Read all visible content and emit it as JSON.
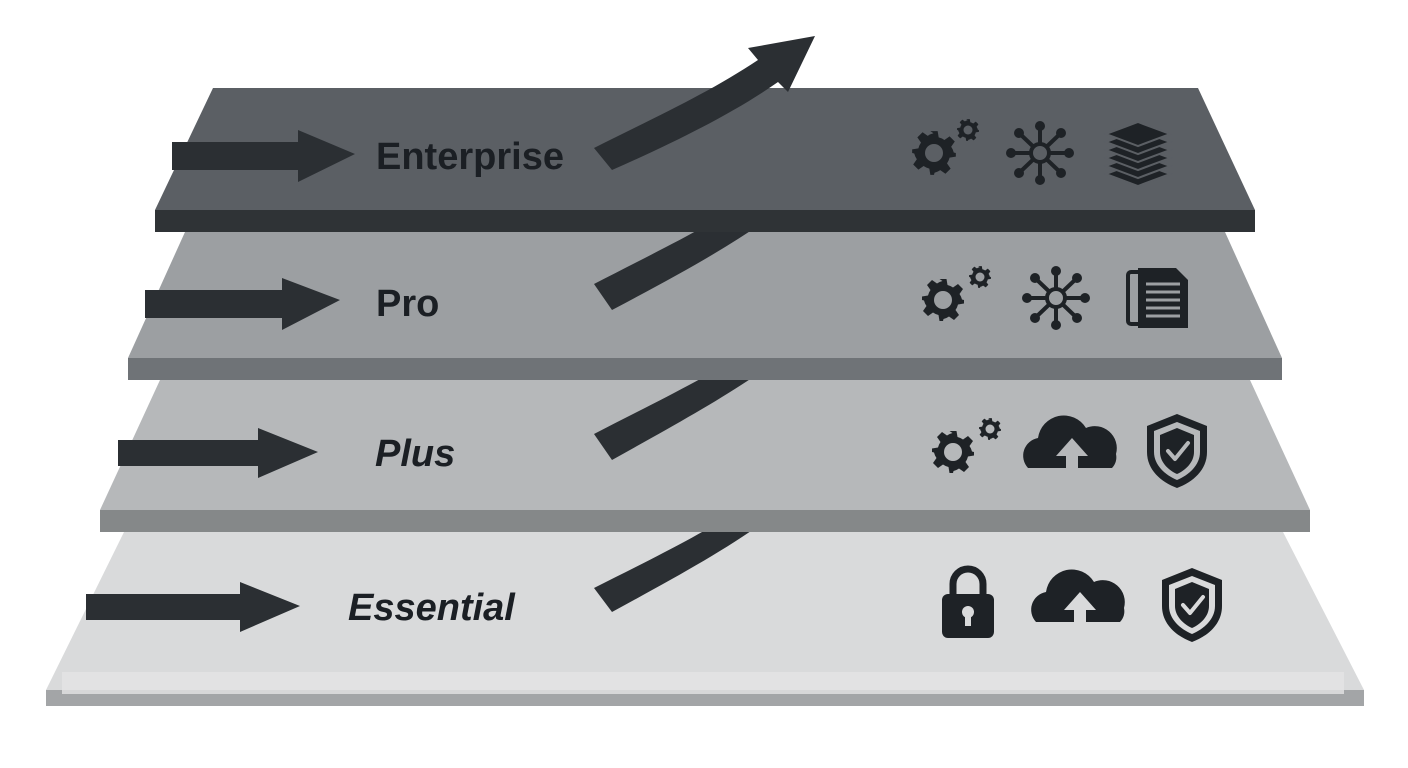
{
  "tiers": [
    {
      "id": "enterprise",
      "label": "Enterprise",
      "icons": [
        "gears-icon",
        "network-hub-icon",
        "layers-stack-icon"
      ]
    },
    {
      "id": "pro",
      "label": "Pro",
      "icons": [
        "gears-icon",
        "network-hub-icon",
        "documents-icon"
      ]
    },
    {
      "id": "plus",
      "label": "Plus",
      "icons": [
        "gears-icon",
        "cloud-upload-icon",
        "shield-check-icon"
      ]
    },
    {
      "id": "essential",
      "label": "Essential",
      "icons": [
        "padlock-icon",
        "cloud-upload-icon",
        "shield-check-icon"
      ]
    }
  ],
  "colors": {
    "enterprise_top": "#5b5f64",
    "enterprise_edge": "#2f3336",
    "pro_top": "#9c9fa2",
    "pro_edge": "#6f7377",
    "plus_top": "#b6b8ba",
    "plus_edge": "#858889",
    "essential_top": "#d9dadb",
    "essential_edge": "#a3a5a7",
    "arrow": "#2b2f33",
    "icon": "#1e2226",
    "text": "#1b1f24"
  }
}
